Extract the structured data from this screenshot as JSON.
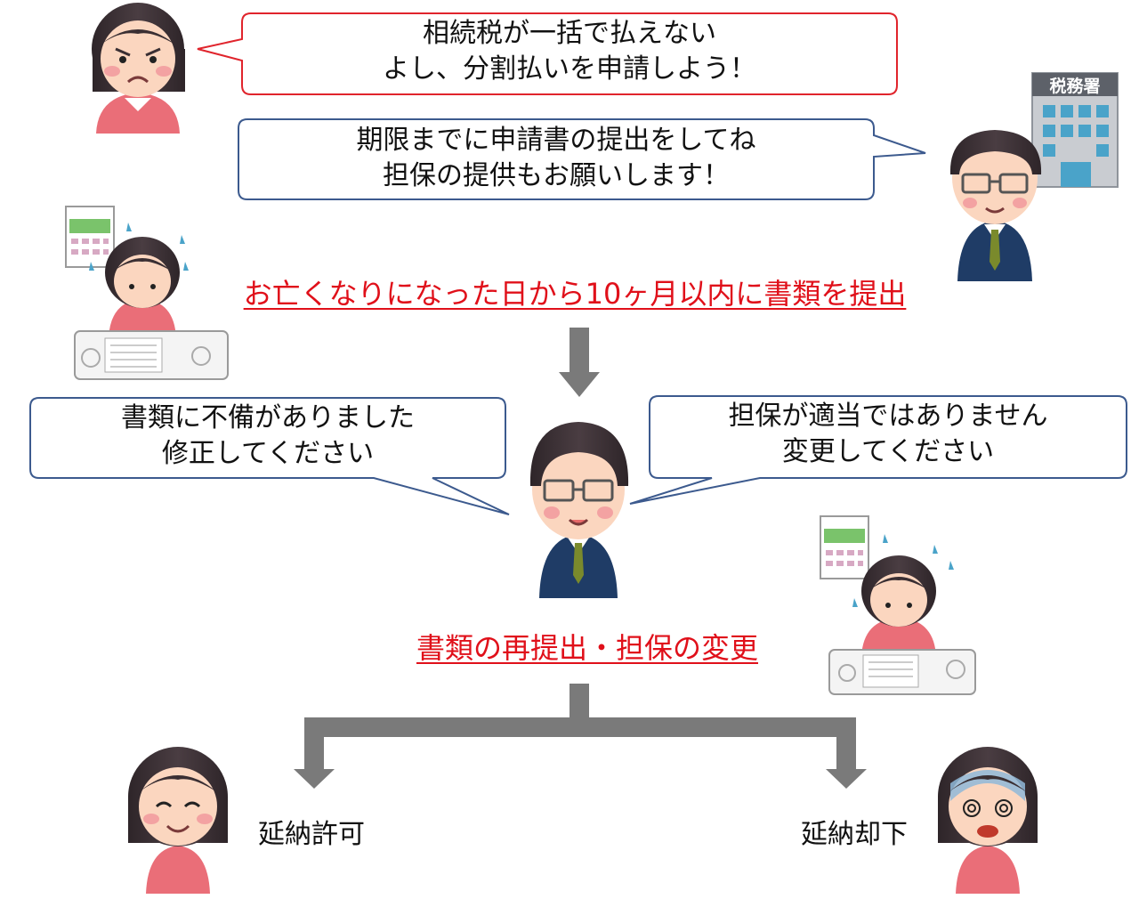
{
  "bubbles": {
    "heir_complaint": [
      "相続税が一括で払えない",
      "よし、分割払いを申請しよう！"
    ],
    "office_request": [
      "期限までに申請書の提出をしてね",
      "担保の提供もお願いします！"
    ],
    "document_defect": [
      "書類に不備がありました",
      "修正してください"
    ],
    "collateral_issue": [
      "担保が適当ではありません",
      "変更してください"
    ]
  },
  "steps": {
    "deadline": "お亡くなりになった日から10ヶ月以内に書類を提出",
    "resubmit": "書類の再提出・担保の変更"
  },
  "outcomes": {
    "approved": "延納許可",
    "rejected": "延納却下"
  },
  "building_sign": "税務署",
  "colors": {
    "red_text": "#e0101a",
    "red_border": "#e0242c",
    "blue_border": "#3c5a8e",
    "arrow_gray": "#7a7a7a",
    "hair": "#3a2f33",
    "skin": "#fbd6bf",
    "shirt_pink": "#ea6e78",
    "suit_navy": "#1f3c66"
  }
}
